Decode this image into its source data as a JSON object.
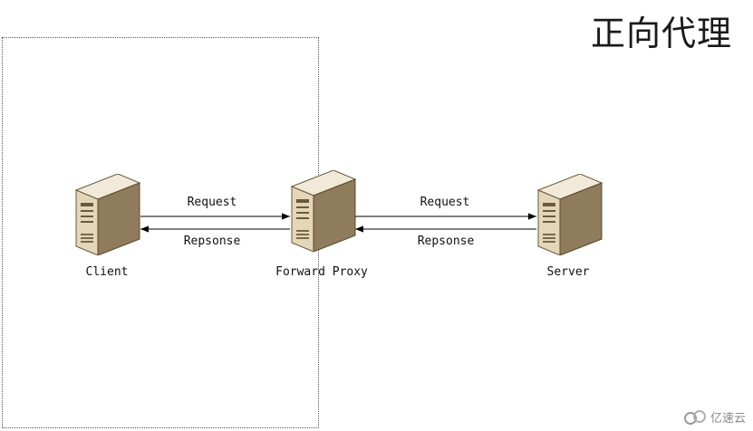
{
  "title": "正向代理",
  "nodes": {
    "client": "Client",
    "proxy": "Forward Proxy",
    "server": "Server"
  },
  "arrows": {
    "left_request": "Request",
    "left_response": "Repsonse",
    "right_request": "Request",
    "right_response": "Repsonse"
  },
  "watermark": "亿速云",
  "colors": {
    "server_body": "#e8dcc4",
    "server_shadow": "#9c8a6c",
    "line": "#000000"
  }
}
